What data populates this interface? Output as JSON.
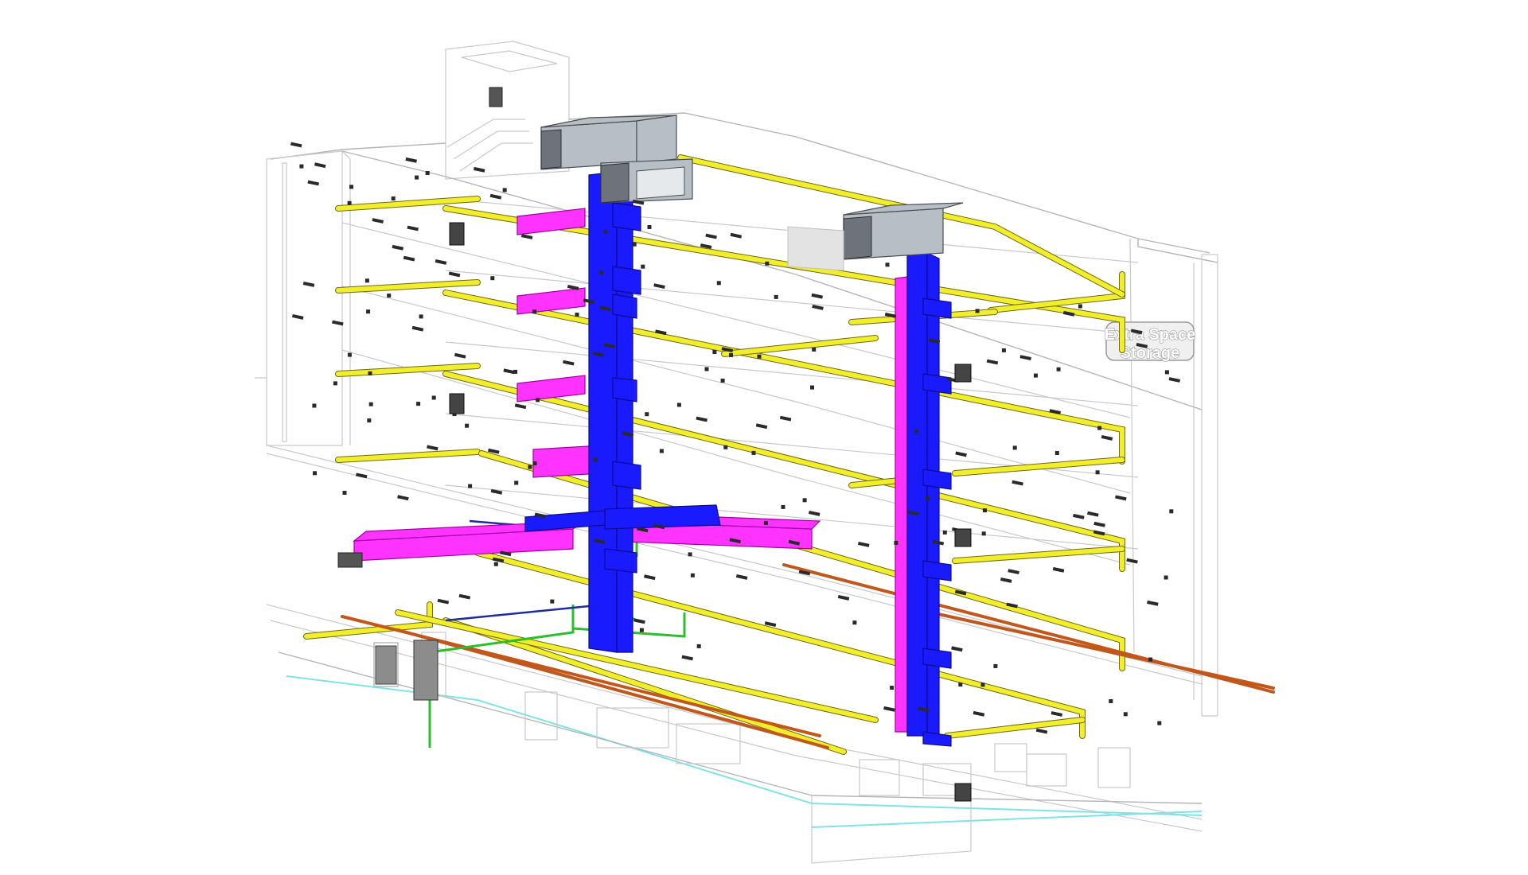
{
  "view": {
    "type": "isometric-mep-building-model"
  },
  "sign": {
    "line1": "Extra Space",
    "line2": "Storage"
  },
  "colors": {
    "supply_duct": "#1a1aff",
    "return_duct": "#ff33ff",
    "sprinkler_pipe": "#f2ee2c",
    "gas_pipe": "#c2571b",
    "water_pipe": "#2cbf2c",
    "control_pipe": "#1e2c9e",
    "rooftop_unit": "#b8bfc4",
    "building_outline": "#c9c9c9",
    "storefront_glass": "#7fe3e6"
  },
  "components": {
    "rooftop_units": [
      "rooftop-unit-1",
      "rooftop-unit-2",
      "rooftop-unit-3"
    ],
    "vertical_risers": [
      "supply-riser-main",
      "supply-riser-east"
    ],
    "duct_branches": [
      "return-duct-branch"
    ],
    "pipe_systems": [
      "sprinkler",
      "gas",
      "water",
      "control"
    ]
  }
}
